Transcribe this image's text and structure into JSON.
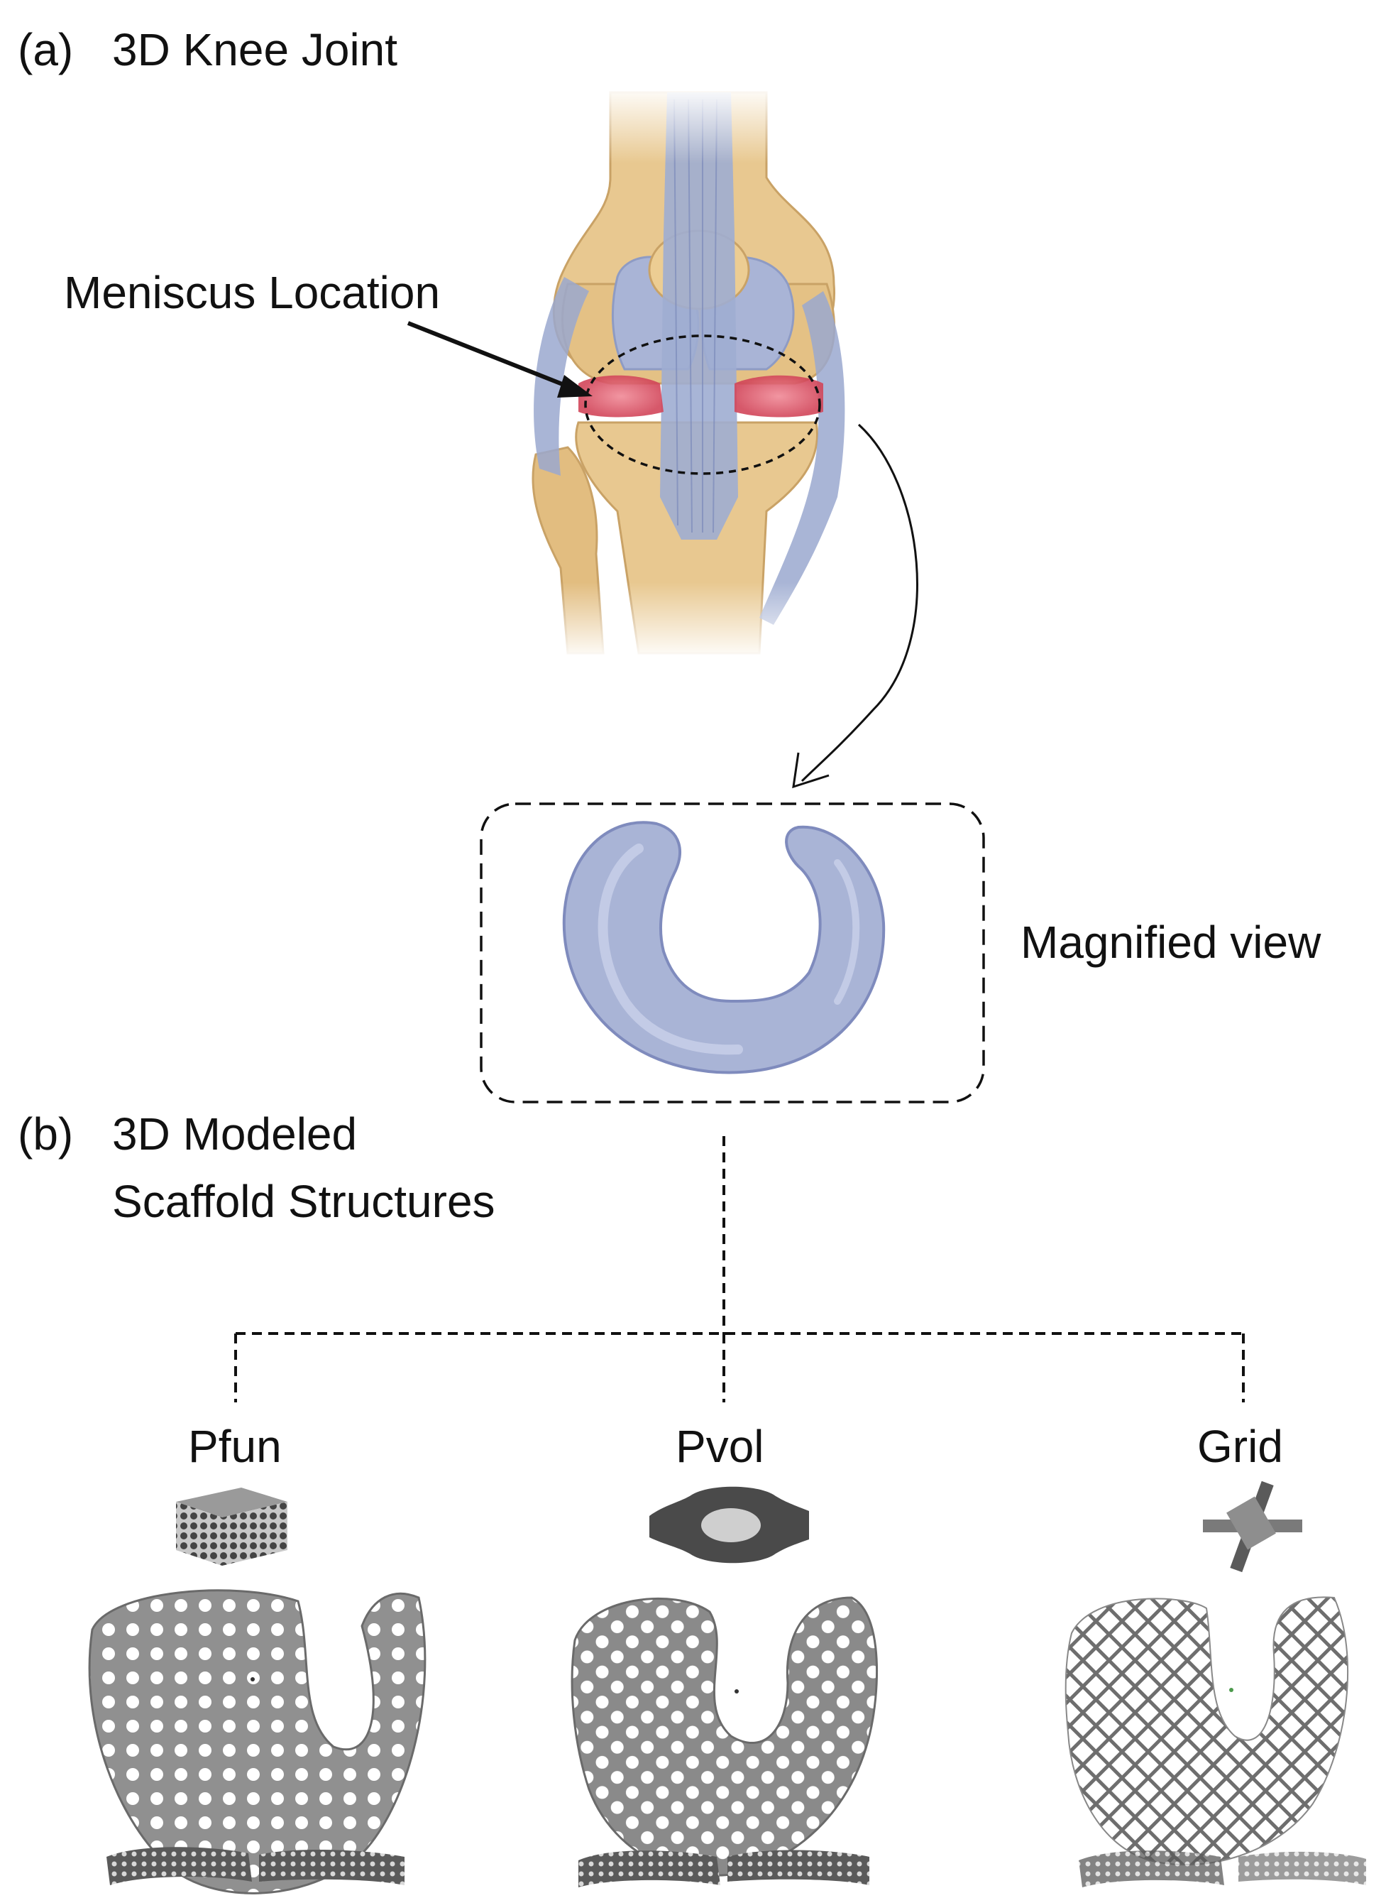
{
  "panel_a": {
    "label": "(a)",
    "title": "3D Knee Joint",
    "callout": "Meniscus Location"
  },
  "magnified": {
    "label": "Magnified view"
  },
  "panel_b": {
    "label": "(b)",
    "title_line1": "3D Modeled",
    "title_line2": "Scaffold Structures"
  },
  "structures": [
    {
      "name": "Pfun",
      "unit_cell": "gyroid-lattice-block",
      "pattern": "perforated-sheet"
    },
    {
      "name": "Pvol",
      "unit_cell": "node-with-four-arms",
      "pattern": "perforated-sheet"
    },
    {
      "name": "Grid",
      "unit_cell": "cross-strut",
      "pattern": "wire-grid"
    }
  ],
  "colors": {
    "bone": "#e8c890",
    "bone_edge": "#c9a266",
    "cartilage": "#a9b4d6",
    "ligament": "#9aa8cf",
    "meniscus": "#e06a7a",
    "scaffold": "#8c8c8c",
    "line": "#111111"
  }
}
